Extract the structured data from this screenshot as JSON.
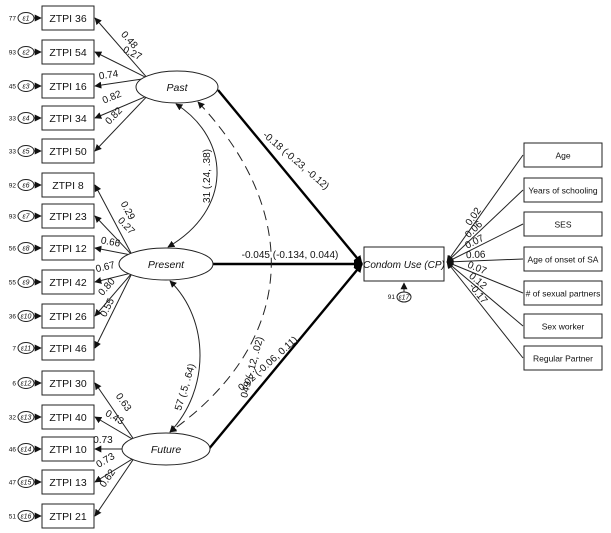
{
  "indicators": [
    {
      "label": "ZTPI 36",
      "error_var": "77",
      "error": "ε1",
      "loading": "0.48",
      "factor": "past"
    },
    {
      "label": "ZTPI 54",
      "error_var": "93",
      "error": "ε2",
      "loading": "0.27",
      "factor": "past"
    },
    {
      "label": "ZTPI 16",
      "error_var": "45",
      "error": "ε3",
      "loading": "0.74",
      "factor": "past"
    },
    {
      "label": "ZTPI 34",
      "error_var": "33",
      "error": "ε4",
      "loading": "0.82",
      "factor": "past"
    },
    {
      "label": "ZTPI 50",
      "error_var": "33",
      "error": "ε5",
      "loading": "0.82",
      "factor": "past"
    },
    {
      "label": "ZTPI 8",
      "error_var": "92",
      "error": "ε6",
      "loading": "0.29",
      "factor": "present"
    },
    {
      "label": "ZTPI 23",
      "error_var": "93",
      "error": "ε7",
      "loading": "0.27",
      "factor": "present"
    },
    {
      "label": "ZTPI 12",
      "error_var": "56",
      "error": "ε8",
      "loading": "0.66",
      "factor": "present"
    },
    {
      "label": "ZTPI 42",
      "error_var": "55",
      "error": "ε9",
      "loading": "0.67",
      "factor": "present"
    },
    {
      "label": "ZTPI 26",
      "error_var": "36",
      "error": "ε10",
      "loading": "0.80",
      "factor": "present"
    },
    {
      "label": "ZTPI 46",
      "error_var": "7",
      "error": "ε11",
      "loading": "0.55",
      "factor": "present"
    },
    {
      "label": "ZTPI 30",
      "error_var": "6",
      "error": "ε12",
      "loading": "0.63",
      "factor": "future"
    },
    {
      "label": "ZTPI 40",
      "error_var": "32",
      "error": "ε13",
      "loading": "0.43",
      "factor": "future"
    },
    {
      "label": "ZTPI 10",
      "error_var": "46",
      "error": "ε14",
      "loading": "0.73",
      "factor": "future"
    },
    {
      "label": "ZTPI 13",
      "error_var": "47",
      "error": "ε15",
      "loading": "0.73",
      "factor": "future"
    },
    {
      "label": "ZTPI 21",
      "error_var": "51",
      "error": "ε16",
      "loading": "0.62",
      "factor": "future"
    }
  ],
  "factors": {
    "past": {
      "label": "Past"
    },
    "present": {
      "label": "Present"
    },
    "future": {
      "label": "Future"
    }
  },
  "outcome": {
    "label": "Condom Use (CP)",
    "error_var": "91",
    "error": "ε17"
  },
  "paths": {
    "past": "-0.18 (-0.23, -0.12)",
    "present": "-0.045 (-0.134, 0.044)",
    "future": "0.02 (-0.06, 0.11)"
  },
  "correlations": {
    "past_present": "31 (.24, .38)",
    "present_future": "57 (.5, .64)",
    "past_future": "049 (-.12, .02)"
  },
  "covariates": [
    {
      "label": "Age",
      "coef": "0.02"
    },
    {
      "label": "Years of schooling",
      "coef": "0.06"
    },
    {
      "label": "SES",
      "coef": "0.07"
    },
    {
      "label": "Age of onset of SA",
      "coef": "0.06"
    },
    {
      "label": "# of sexual partners",
      "coef": "0.07"
    },
    {
      "label": "Sex worker",
      "coef": "0.12"
    },
    {
      "label": "Regular Partner",
      "coef": "-0.17"
    }
  ]
}
